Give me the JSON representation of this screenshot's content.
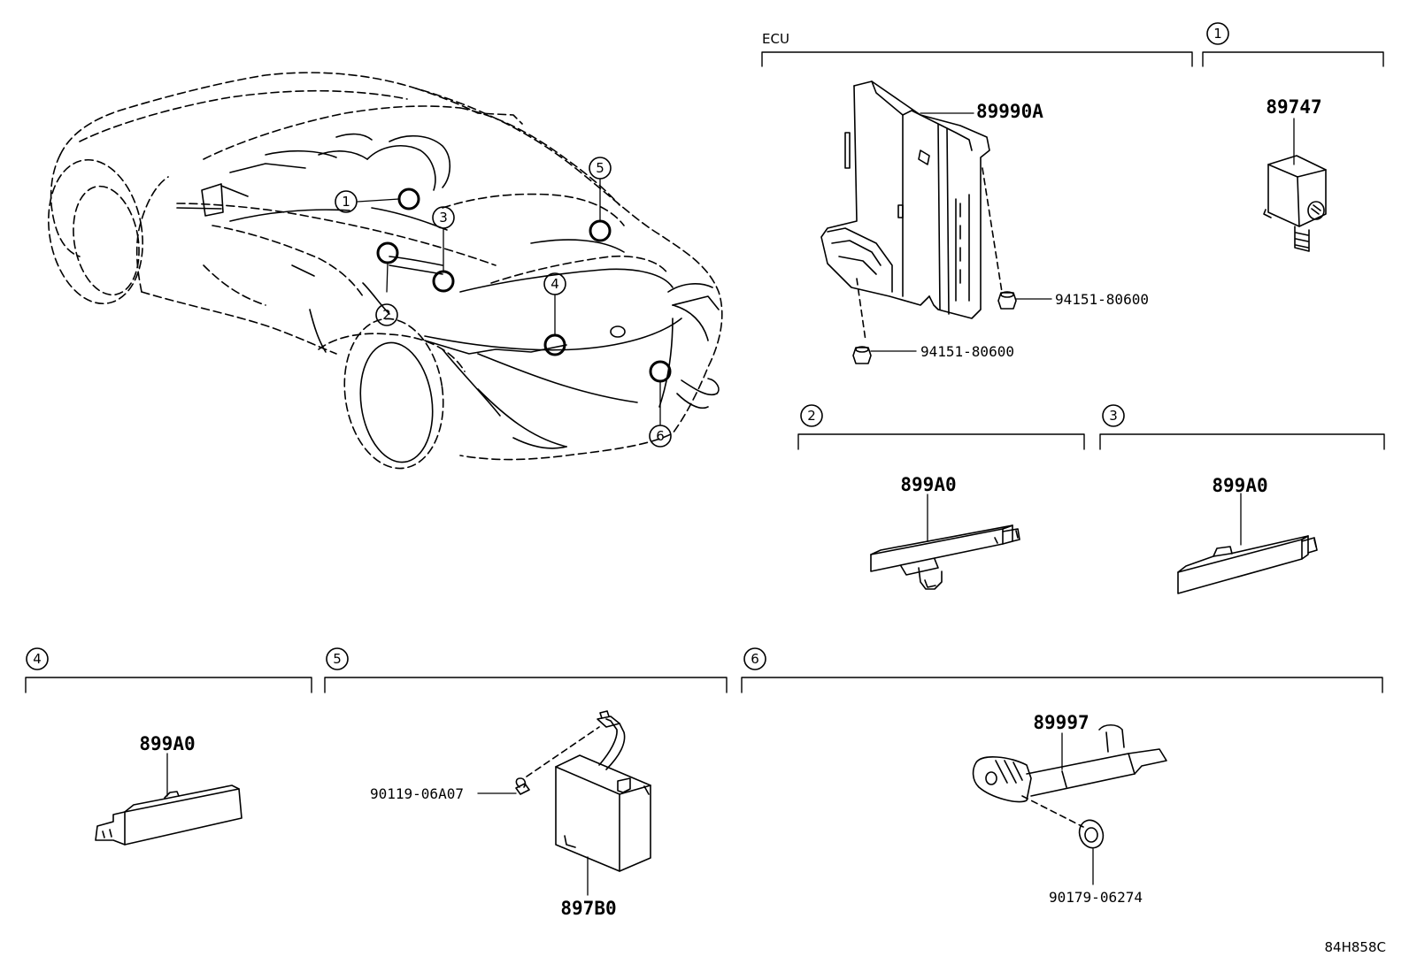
{
  "sections": {
    "ecu": {
      "label": "ECU"
    },
    "s1": {
      "num": "1"
    },
    "s2": {
      "num": "2"
    },
    "s3": {
      "num": "3"
    },
    "s4": {
      "num": "4"
    },
    "s5": {
      "num": "5"
    },
    "s6": {
      "num": "6"
    }
  },
  "car_callouts": [
    "1",
    "2",
    "3",
    "4",
    "5",
    "6"
  ],
  "parts": {
    "ecu_main": "89990A",
    "ecu_bolt_a": "94151-80600",
    "ecu_bolt_b": "94151-80600",
    "s1_part": "89747",
    "s2_part": "899A0",
    "s3_part": "899A0",
    "s4_part": "899A0",
    "s5_part": "897B0",
    "s5_screw": "90119-06A07",
    "s6_part": "89997",
    "s6_clip": "90179-06274"
  },
  "diagram_code": "84H858C"
}
